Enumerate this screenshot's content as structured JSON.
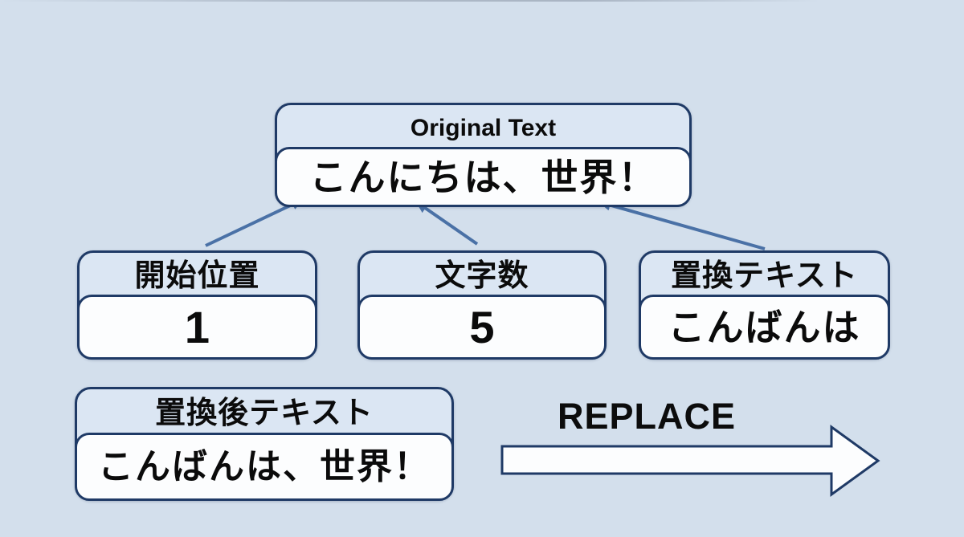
{
  "diagram": {
    "title_box": {
      "label": "Original Text",
      "value": "こんにちは、世界！"
    },
    "arguments": {
      "start_position": {
        "label": "開始位置",
        "value": "1"
      },
      "char_count": {
        "label": "文字数",
        "value": "5"
      },
      "replacement_text": {
        "label": "置換テキスト",
        "value": "こんばんは"
      }
    },
    "result_box": {
      "label": "置換後テキスト",
      "value": "こんばんは、世界！"
    },
    "operation": {
      "label": "REPLACE"
    },
    "colors": {
      "background": "#d3dfec",
      "box_border": "#1f3a66",
      "box_header_fill": "#dbe6f3",
      "box_value_fill": "#fcfdfe",
      "connector": "#4a71a6",
      "text": "#0b0b0b"
    }
  }
}
